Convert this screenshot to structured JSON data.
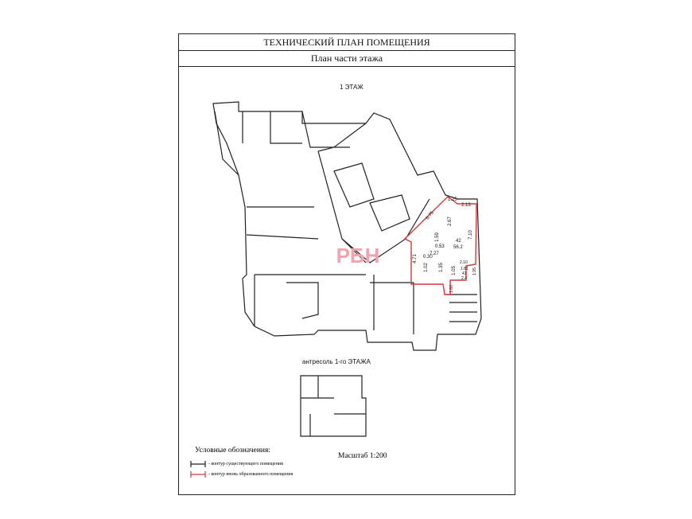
{
  "header": {
    "title": "ТЕХНИЧЕСКИЙ ПЛАН ПОМЕЩЕНИЯ",
    "subtitle": "План части этажа"
  },
  "plan": {
    "floor_label": "1 ЭТАЖ",
    "mezzanine_label": "антресоль 1-го ЭТАЖА",
    "watermark": "РБН"
  },
  "dimensions": [
    "2.13",
    "1.25",
    "6.75",
    "2.67",
    "1.59",
    "0.53",
    "42",
    "56.2",
    "7.10",
    "7.27",
    "4.71",
    "0.30",
    "1.02",
    "1.35",
    "1.05",
    "2.10",
    "1.81",
    "1.95",
    "41",
    "2.4",
    "1.60"
  ],
  "legend": {
    "title": "Условные обозначения:",
    "items": [
      {
        "text": "- контур существующего помещения",
        "color": "#222222"
      },
      {
        "text": "- контур вновь образованного помещения",
        "color": "#d43a3a"
      }
    ]
  },
  "scale": "Масштаб 1:200"
}
